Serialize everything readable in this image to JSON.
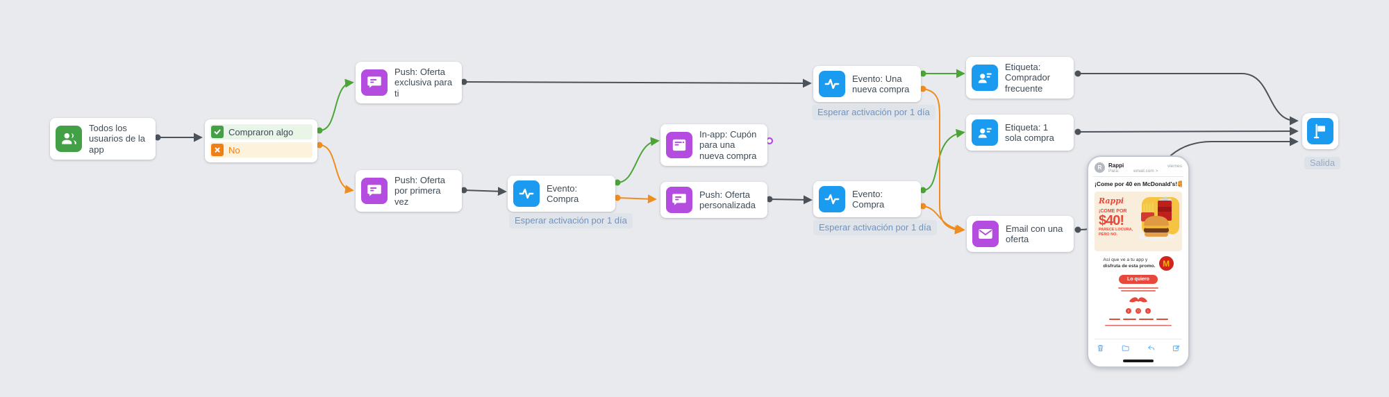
{
  "flow": {
    "nodes": {
      "users": {
        "label": "Todos los usuarios de la app"
      },
      "filter": {
        "yes_label": "Compraron algo",
        "no_label": "No"
      },
      "push_exclusive": {
        "label": "Push: Oferta exclusiva para ti"
      },
      "push_first": {
        "label": "Push: Oferta por primera vez"
      },
      "event_purchase_1": {
        "label": "Evento: Compra",
        "wait_label": "Esperar activación por 1 día"
      },
      "inapp_coupon": {
        "label": "In-app: Cupón para una nueva compra"
      },
      "push_personalized": {
        "label": "Push: Oferta personalizada"
      },
      "event_purchase_2": {
        "label": "Evento: Compra",
        "wait_label": "Esperar activación por 1 día"
      },
      "event_new_purchase": {
        "label": "Evento: Una nueva compra",
        "wait_label": "Esperar activación por 1 día"
      },
      "tag_frequent": {
        "label": "Etiqueta: Comprador frecuente"
      },
      "tag_single": {
        "label": "Etiqueta: 1 sola compra"
      },
      "email_offer": {
        "label": "Email con una oferta"
      },
      "exit": {
        "label": "Salida"
      }
    },
    "colors": {
      "green": "#43a047",
      "orange": "#ef8018",
      "purple": "#b44ce0",
      "blue": "#1a9bef",
      "edge_dark": "#4b525a",
      "canvas_bg": "#e9eaee"
    }
  },
  "phone_preview": {
    "sender": "Rappi",
    "avatar_letter": "R",
    "to_label": "Para:",
    "address": "email.com >",
    "date_label": "viernes",
    "subject": "¡Come por 40 en McDonald's!🍔🙌",
    "banner": {
      "brand": "Rappi",
      "intro": "¡COME POR",
      "amount": "$40!",
      "tagline_1": "PARECE LOCURA,",
      "tagline_2": "PERO NO."
    },
    "body_line_1": "Así que ve a tu app y",
    "body_line_2": "disfruta de esta promo.",
    "mcdonalds_letter": "M",
    "cta_label": "Lo quiero"
  }
}
